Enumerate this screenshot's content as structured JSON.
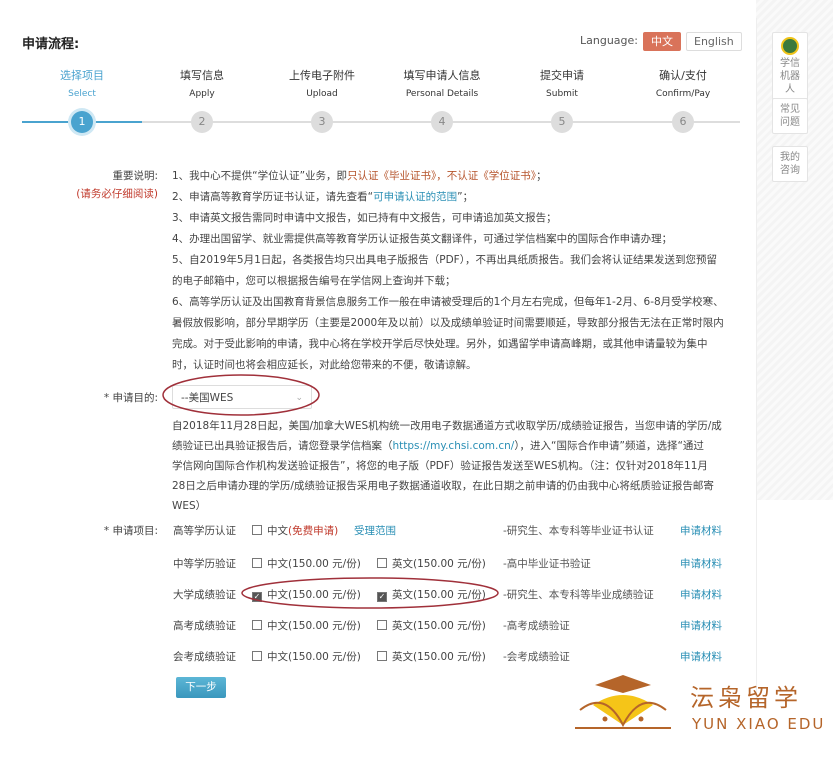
{
  "header": {
    "title": "申请流程:",
    "language_label": "Language:",
    "lang_zh": "中文",
    "lang_en": "English"
  },
  "steps": [
    {
      "zh": "选择项目",
      "en": "Select",
      "num": "1"
    },
    {
      "zh": "填写信息",
      "en": "Apply",
      "num": "2"
    },
    {
      "zh": "上传电子附件",
      "en": "Upload",
      "num": "3"
    },
    {
      "zh": "填写申请人信息",
      "en": "Personal Details",
      "num": "4"
    },
    {
      "zh": "提交申请",
      "en": "Submit",
      "num": "5"
    },
    {
      "zh": "确认/支付",
      "en": "Confirm/Pay",
      "num": "6"
    }
  ],
  "current_step": 1,
  "sidebar": {
    "robot": "学信机器人",
    "faq": "常见问题",
    "consult": "我的咨询"
  },
  "notes": {
    "label": "重要说明:",
    "sublabel": "(请务必仔细阅读)",
    "n1a": "1、我中心不提供“学位认证”业务，即",
    "n1b": "只认证《毕业证书》，不认证《学位证书》",
    "n1c": "；",
    "n2a": "2、申请高等教育学历证书认证，请先查看“",
    "n2b": "可申请认证的范围",
    "n2c": "”；",
    "n3": "3、申请英文报告需同时申请中文报告，如已持有中文报告，可申请追加英文报告；",
    "n4": "4、办理出国留学、就业需提供高等教育学历认证报告英文翻译件，可通过学信档案中的国际合作申请办理；",
    "n5a": "5、自2019年5月1日起，各类报告均只出具电子版报告（PDF），不再出具纸质报告。我们会将认证结果发送到您预留",
    "n5b": "的电子邮箱中，您可以根据报告编号在学信网上查询并下载；",
    "n6a": "6、高等学历认证及出国教育背景信息服务工作一般在申请被受理后的1个月左右完成，但每年1-2月、6-8月受学校寒、",
    "n6b": "暑假放假影响，部分早期学历（主要是2000年及以前）以及成绩单验证时间需要顺延，导致部分报告无法在正常时限内",
    "n6c": "完成。对于受此影响的申请，我中心将在学校开学后尽快处理。另外，如遇留学申请高峰期，或其他申请量较为集中",
    "n6d": "时，认证时间也将会相应延长，对此给您带来的不便，敬请谅解。"
  },
  "purpose": {
    "label": "* 申请目的:",
    "selected": "--美国WES",
    "l1": "自2018年11月28日起，美国/加拿大WES机构统一改用电子数据通道方式收取学历/成绩验证报告，当您申请的学历/成",
    "l2a": "绩验证已出具验证报告后，请您登录学信档案（",
    "l2b": "https://my.chsi.com.cn/",
    "l2c": "），进入“国际合作申请”频道，选择“通过",
    "l3": "学信网向国际合作机构发送验证报告”，将您的电子版（PDF）验证报告发送至WES机构。（注：仅针对2018年11月",
    "l4": "28日之后申请办理的学历/成绩验证报告采用电子数据通道收取，在此日期之前申请的仍由我中心将纸质验证报告邮寄",
    "l5": "WES）"
  },
  "items": {
    "label": "* 申请项目:",
    "rows": [
      {
        "name": "高等学历认证",
        "opt1": "中文",
        "opt1_note": "(免费申请)",
        "scope": "受理范围",
        "desc": "-研究生、本专科等毕业证书认证",
        "link": "申请材料",
        "c1": false
      },
      {
        "name": "中等学历验证",
        "opt1": "中文(150.00 元/份)",
        "opt2": "英文(150.00 元/份)",
        "desc": "-高中毕业证书验证",
        "link": "申请材料",
        "c1": false,
        "c2": false
      },
      {
        "name": "大学成绩验证",
        "opt1": "中文(150.00 元/份)",
        "opt2": "英文(150.00 元/份)",
        "desc": "-研究生、本专科等毕业成绩验证",
        "link": "申请材料",
        "c1": true,
        "c2": true
      },
      {
        "name": "高考成绩验证",
        "opt1": "中文(150.00 元/份)",
        "opt2": "英文(150.00 元/份)",
        "desc": "-高考成绩验证",
        "link": "申请材料",
        "c1": false,
        "c2": false
      },
      {
        "name": "会考成绩验证",
        "opt1": "中文(150.00 元/份)",
        "opt2": "英文(150.00 元/份)",
        "desc": "-会考成绩验证",
        "link": "申请材料",
        "c1": false,
        "c2": false
      }
    ]
  },
  "next_button": "下一步",
  "watermark": {
    "zh": "沄枭留学",
    "en": "YUN XIAO EDU"
  }
}
